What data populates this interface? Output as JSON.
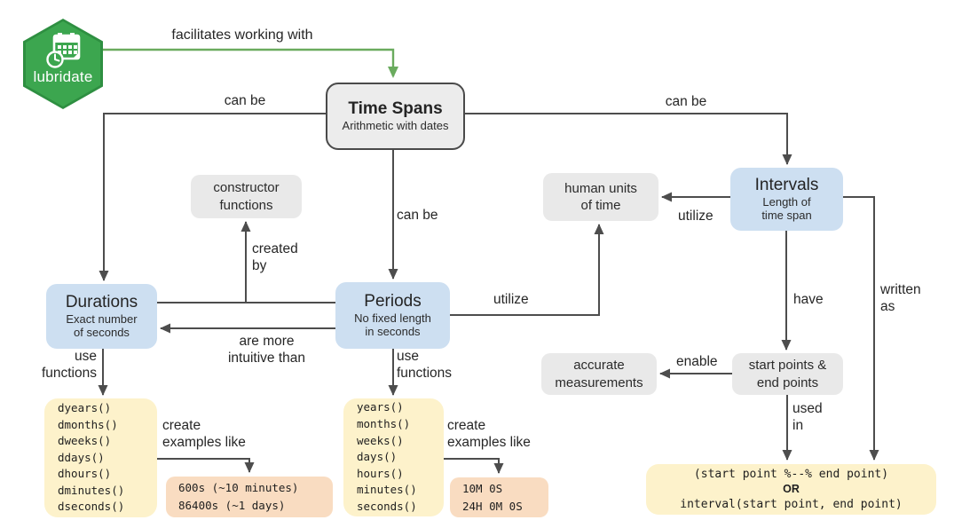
{
  "colors": {
    "hex_green": "#3ca64f",
    "arrow_green": "#6aab5e",
    "line_gray": "#4d4d4d",
    "node_blue": "#cddff1",
    "node_gray": "#e9e9e9",
    "code_yellow": "#fdf2cb",
    "example_orange": "#f9dcc1"
  },
  "logo": {
    "label": "lubridate",
    "icon": "calendar-clock-icon"
  },
  "labels": {
    "facilitates": "facilitates working with",
    "can_be_left": "can be",
    "can_be_mid": "can be",
    "can_be_right": "can be",
    "created_by": "created\nby",
    "use_functions_d": "use\nfunctions",
    "use_functions_p": "use\nfunctions",
    "are_more": "are more\nintuitive than",
    "utilize_p": "utilize",
    "utilize_i": "utilize",
    "have": "have",
    "written_as": "written\nas",
    "enable": "enable",
    "used_in": "used\nin",
    "create_examples_d": "create\nexamples like",
    "create_examples_p": "create\nexamples like"
  },
  "nodes": {
    "time_spans": {
      "title": "Time Spans",
      "subtitle": "Arithmetic with dates"
    },
    "constructor": "constructor\nfunctions",
    "durations": {
      "title": "Durations",
      "subtitle": "Exact number\nof seconds"
    },
    "periods": {
      "title": "Periods",
      "subtitle": "No fixed length\nin seconds"
    },
    "intervals": {
      "title": "Intervals",
      "subtitle": "Length of\ntime span"
    },
    "human_units": "human units\nof time",
    "accurate": "accurate\nmeasurements",
    "start_points": "start points &\nend points",
    "d_functions": [
      "dyears()",
      "dmonths()",
      "dweeks()",
      "ddays()",
      "dhours()",
      "dminutes()",
      "dseconds()"
    ],
    "p_functions": [
      "years()",
      "months()",
      "weeks()",
      "days()",
      "hours()",
      "minutes()",
      "seconds()"
    ],
    "d_examples": [
      "600s (~10 minutes)",
      "86400s (~1 days)"
    ],
    "p_examples": [
      "10M 0S",
      "24H 0M 0S"
    ],
    "interval_code": {
      "line1": "(start point %--% end point)",
      "or": "OR",
      "line2": "interval(start point, end point)"
    }
  }
}
